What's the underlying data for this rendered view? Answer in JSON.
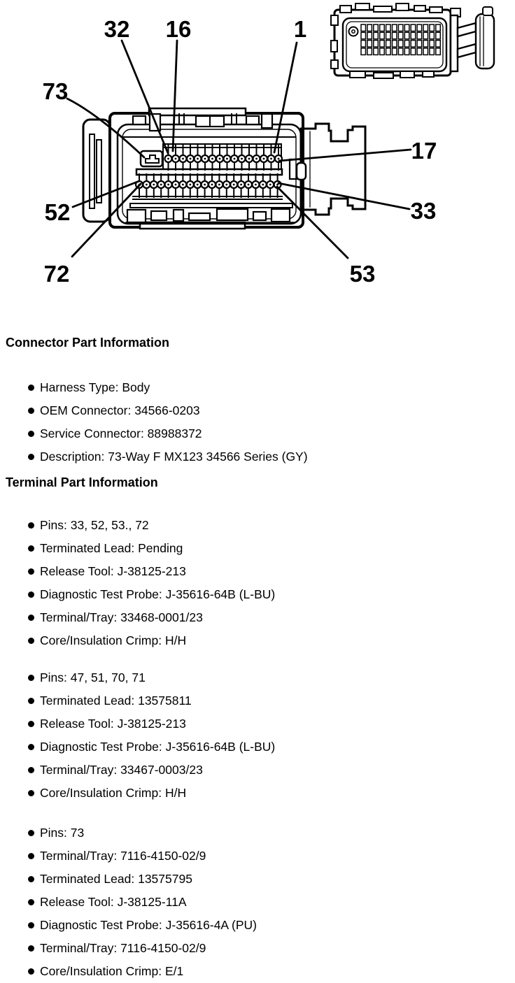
{
  "page": {
    "background": "#ffffff",
    "ink": "#000000"
  },
  "diagram": {
    "description": "73-way connector face view with pin callouts and isometric view",
    "callouts": {
      "c32": "32",
      "c16": "16",
      "c1": "1",
      "c73": "73",
      "c17": "17",
      "c33": "33",
      "c52": "52",
      "c72": "72",
      "c53": "53"
    }
  },
  "connector_section": {
    "heading": "Connector Part Information",
    "items": [
      "Harness Type: Body",
      "OEM Connector: 34566-0203",
      "Service Connector: 88988372",
      "Description: 73-Way F MX123 34566 Series (GY)"
    ]
  },
  "terminal_section": {
    "heading": "Terminal Part Information",
    "groups": [
      {
        "items": [
          "Pins: 33, 52, 53., 72",
          "Terminated Lead: Pending",
          "Release Tool: J-38125-213",
          "Diagnostic Test Probe: J-35616-64B (L-BU)",
          "Terminal/Tray: 33468-0001/23",
          "Core/Insulation Crimp: H/H"
        ]
      },
      {
        "items": [
          "Pins: 47, 51, 70, 71",
          "Terminated Lead: 13575811",
          "Release Tool: J-38125-213",
          "Diagnostic Test Probe: J-35616-64B (L-BU)",
          "Terminal/Tray: 33467-0003/23",
          "Core/Insulation Crimp: H/H"
        ]
      },
      {
        "items": [
          "Pins: 73",
          "Terminal/Tray: 7116-4150-02/9",
          "Terminated Lead: 13575795",
          "Release Tool: J-38125-11A",
          "Diagnostic Test Probe: J-35616-4A (PU)",
          "Terminal/Tray: 7116-4150-02/9",
          "Core/Insulation Crimp: E/1"
        ]
      }
    ]
  }
}
